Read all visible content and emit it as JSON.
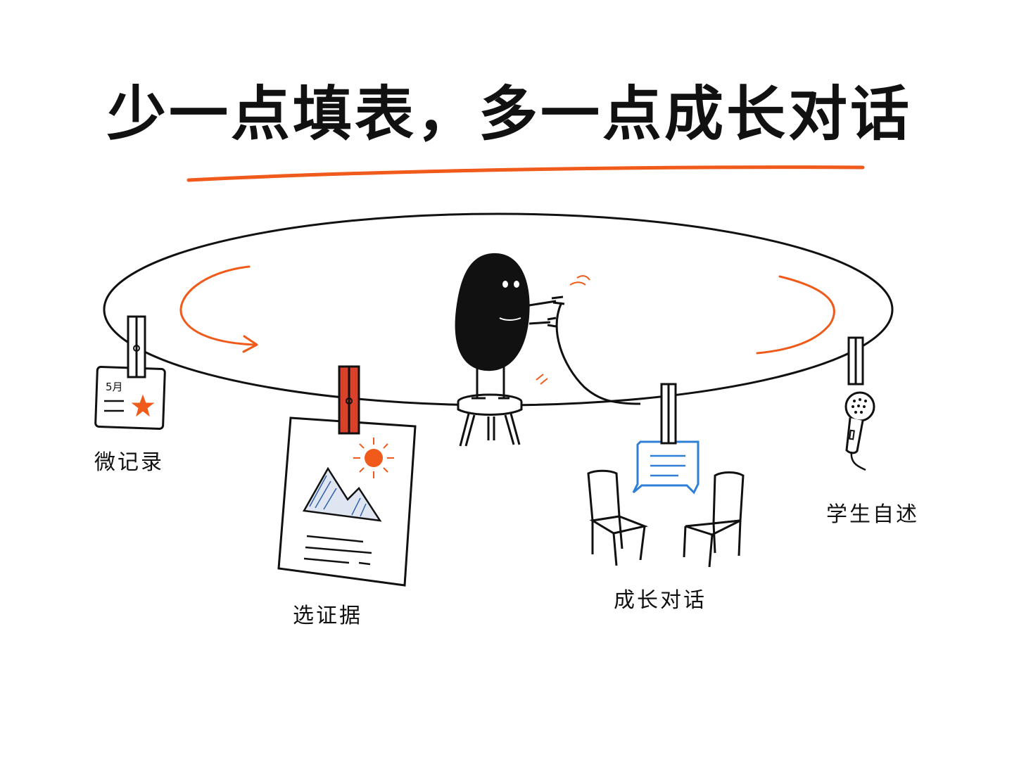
{
  "title": "少一点填表，多一点成长对话",
  "steps": [
    {
      "label": "微记录",
      "icon": "calendar-card-icon"
    },
    {
      "label": "选证据",
      "icon": "photo-document-icon"
    },
    {
      "label": "成长对话",
      "icon": "two-chairs-chat-icon"
    },
    {
      "label": "学生自述",
      "icon": "microphone-icon"
    }
  ],
  "calendar": {
    "month": "5月"
  },
  "colors": {
    "accent": "#f05a1a",
    "ink": "#111111",
    "blue": "#2f7fd6",
    "peg_red": "#d9412a"
  }
}
